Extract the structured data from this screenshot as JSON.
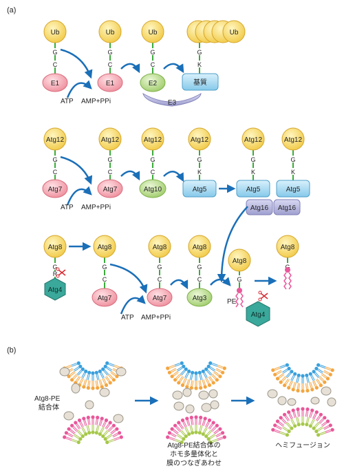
{
  "panel_a": {
    "label": "(a)",
    "row1": {
      "ub1": "Ub",
      "ub2": "Ub",
      "ub3": "Ub",
      "ub_chain": "Ub",
      "g1": "G",
      "g2": "G",
      "g3": "G",
      "g4": "G",
      "c1": "C",
      "c2": "C",
      "c3": "C",
      "k4": "K",
      "e1_left": "E1",
      "e1_right": "E1",
      "e2": "E2",
      "substrate": "基質",
      "e3": "E3",
      "atp": "ATP",
      "amp": "AMP+PPi"
    },
    "row2": {
      "atg12_1": "Atg12",
      "atg12_2": "Atg12",
      "atg12_3": "Atg12",
      "atg12_4": "Atg12",
      "atg12_5": "Atg12",
      "atg12_6": "Atg12",
      "g1": "G",
      "g2": "G",
      "g3": "G",
      "g4": "G",
      "g5": "G",
      "g6": "G",
      "c1": "C",
      "c2": "C",
      "c3": "C",
      "k4": "K",
      "k5": "K",
      "k6": "K",
      "atg7_left": "Atg7",
      "atg7_right": "Atg7",
      "atg10": "Atg10",
      "atg5_1": "Atg5",
      "atg5_2": "Atg5",
      "atg5_3": "Atg5",
      "atg16_1": "Atg16",
      "atg16_2": "Atg16",
      "atp": "ATP",
      "amp": "AMP+PPi"
    },
    "row3": {
      "atg8_1": "Atg8",
      "atg8_2": "Atg8",
      "atg8_3": "Atg8",
      "atg8_4": "Atg8",
      "atg8_5": "Atg8",
      "atg8_6": "Atg8",
      "g1": "G",
      "r1": "R",
      "g2": "G",
      "g3": "G",
      "g4": "G",
      "g5": "G",
      "g6": "G",
      "c2": "C",
      "c3": "C",
      "c4": "C",
      "atg4_left": "Atg4",
      "atg4_right": "Atg4",
      "atg7_left": "Atg7",
      "atg7_right": "Atg7",
      "atg3": "Atg3",
      "pe": "PE",
      "atp": "ATP",
      "amp": "AMP+PPi"
    }
  },
  "panel_b": {
    "label": "(b)",
    "caption_left": [
      "Atg8-PE",
      "結合体"
    ],
    "caption_middle": [
      "Atg8-PE結合体の",
      "ホモ多量体化と",
      "膜のつなぎあわせ"
    ],
    "caption_right": "ヘミフュージョン"
  },
  "colors": {
    "ub": "#f7d55a",
    "e1": "#f5a7b2",
    "e2": "#b8dc8a",
    "substrate": "#a8d8f0",
    "e3": "#b3b3dc",
    "atg4": "#3aa89a",
    "arrow": "#1a6fb8",
    "linker": "#3aaa3a",
    "lipid_orange": "#f4a640",
    "lipid_blue": "#3aa0dc",
    "lipid_pink": "#e8589a",
    "lipid_green": "#a6c84a"
  }
}
